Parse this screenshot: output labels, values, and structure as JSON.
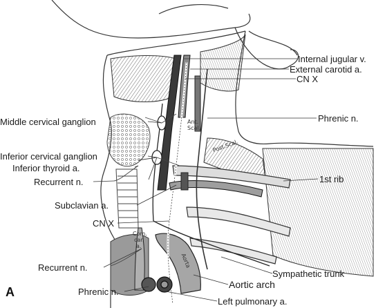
{
  "figure": {
    "panel_letter": "A",
    "labels": {
      "internal_jugular_v": "Internal jugular v.",
      "external_carotid_a": "External carotid a.",
      "cn_x_upper": "CN X",
      "phrenic_n_upper": "Phrenic n.",
      "middle_cervical_ganglion": "Middle cervical ganglion",
      "inferior_cervical_ganglion": "Inferior cervical ganglion",
      "inferior_thyroid_a": "Inferior thyroid a.",
      "recurrent_n_upper": "Recurrent n.",
      "first_rib": "1st rib",
      "subclavian_a": "Subclavian a.",
      "cn_x_lower": "CN X",
      "recurrent_n_lower": "Recurrent n.",
      "sympathetic_trunk": "Sympathetic trunk",
      "aortic_arch": "Aortic arch",
      "phrenic_n_lower": "Phrenic n.",
      "left_pulmonary_a": "Left pulmonary a."
    },
    "in_art_text": {
      "ant_scalene_1": "Ant.",
      "ant_scalene_2": "Scal.",
      "post_scalene": "Post.Scal.",
      "com_car_1": "Com.",
      "com_car_2": "car.",
      "com_car_3": "a.",
      "aorta": "Aorta"
    }
  }
}
